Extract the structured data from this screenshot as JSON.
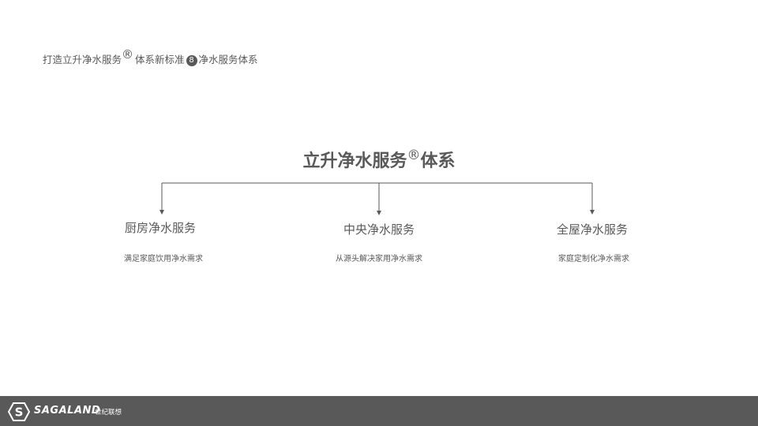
{
  "header": {
    "text_part1": "打造立升净水服务",
    "reg_mark": "®",
    "text_part2": "体系新标准",
    "circled_number": "8",
    "text_part3": "净水服务体系"
  },
  "diagram": {
    "root": {
      "title": "立升净水服务",
      "reg_mark": "®",
      "suffix": "体系"
    },
    "children": [
      {
        "title": "厨房净水服务",
        "description": "满足家庭饮用净水需求"
      },
      {
        "title": "中央净水服务",
        "description": "从源头解决家用净水需求"
      },
      {
        "title": "全屋净水服务",
        "description": "家庭定制化净水需求"
      }
    ]
  },
  "footer": {
    "logo_text": "SAGALAND",
    "logo_subtitle": "世纪联想",
    "background_color": "#595959"
  },
  "colors": {
    "text": "#595959",
    "line": "#595959",
    "background": "#ffffff"
  }
}
